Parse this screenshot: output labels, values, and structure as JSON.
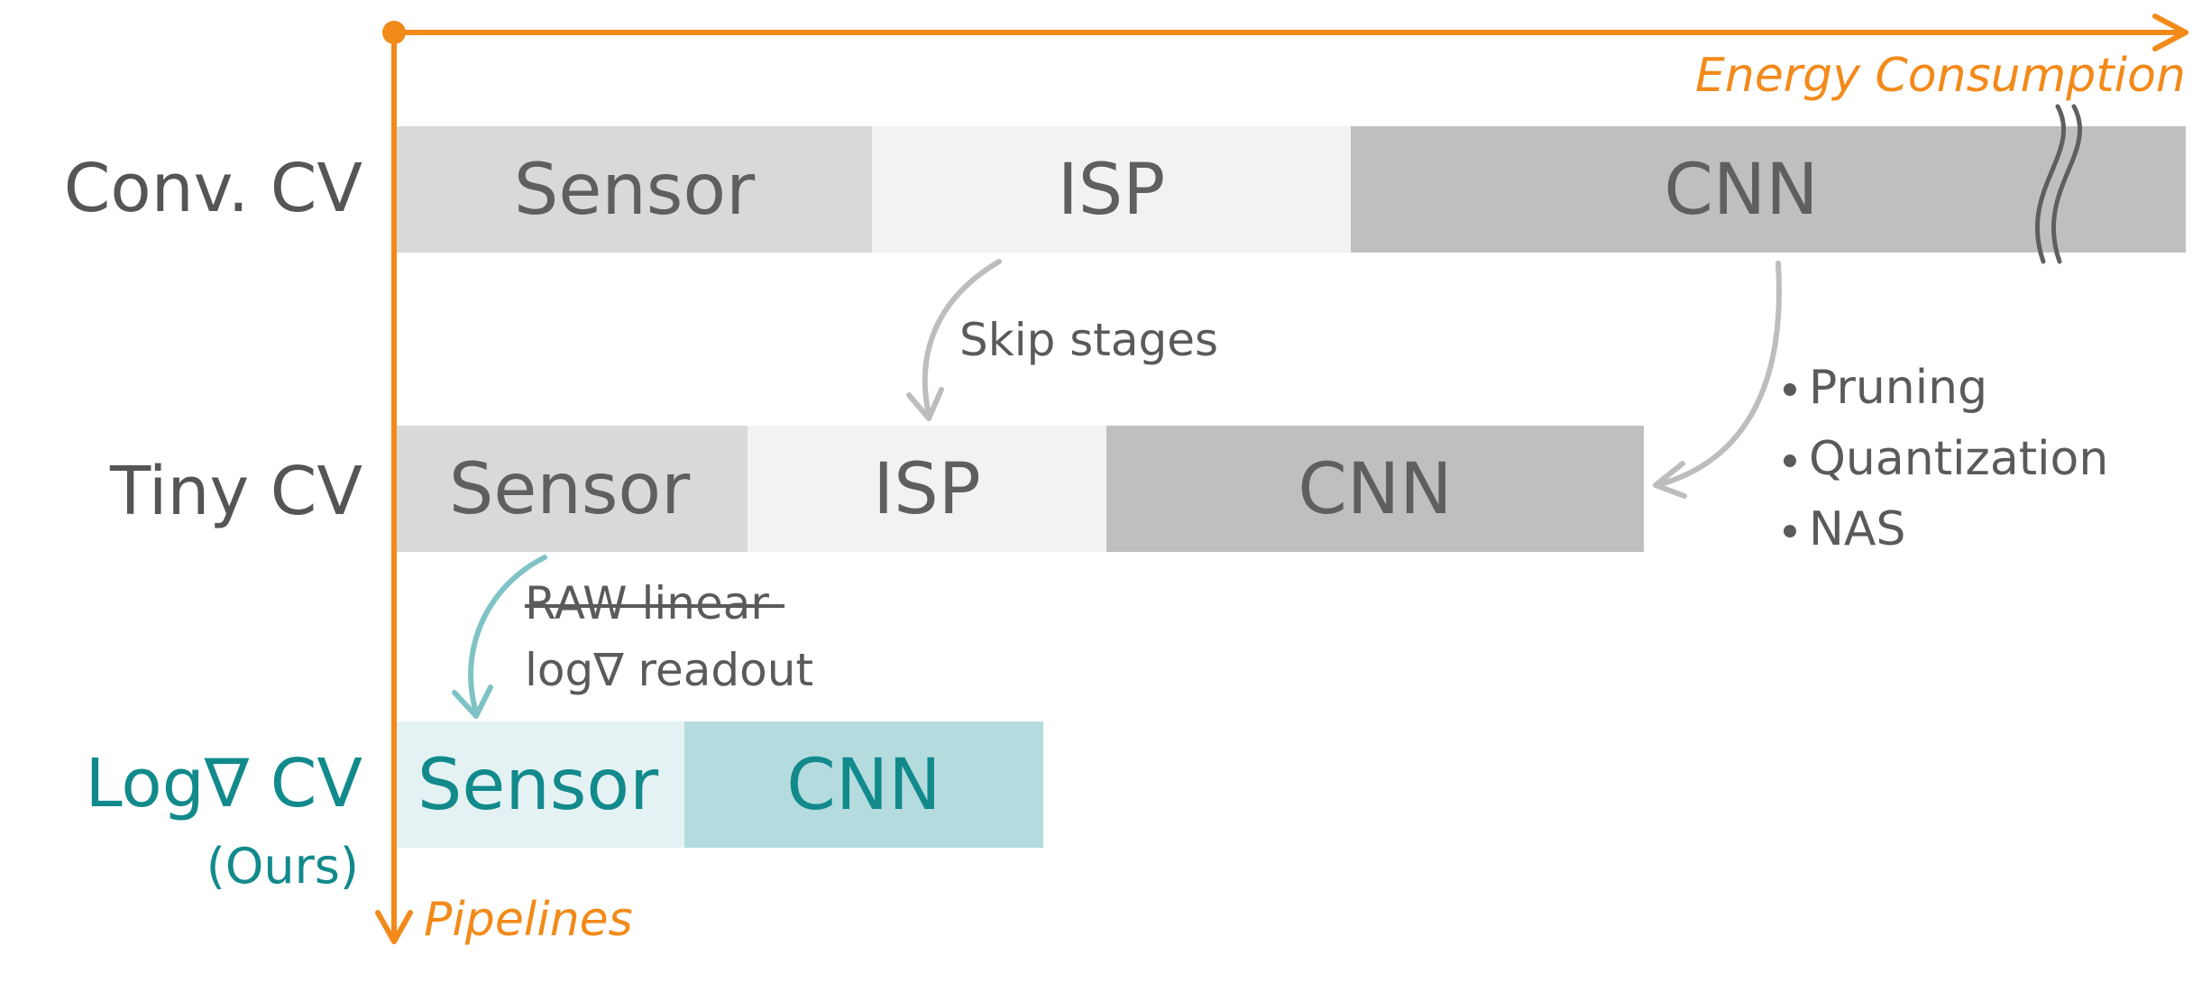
{
  "axes": {
    "x_label": "Energy Consumption",
    "y_label": "Pipelines"
  },
  "rows": [
    {
      "label": "Conv. CV",
      "segments": [
        {
          "label": "Sensor",
          "color": "#d9d9d9"
        },
        {
          "label": "ISP",
          "color": "#f2f2f2"
        },
        {
          "label": "CNN",
          "color": "#bfbfbf"
        }
      ]
    },
    {
      "label": "Tiny CV",
      "segments": [
        {
          "label": "Sensor",
          "color": "#d9d9d9"
        },
        {
          "label": "ISP",
          "color": "#f2f2f2"
        },
        {
          "label": "CNN",
          "color": "#bfbfbf"
        }
      ]
    },
    {
      "label": "Log∇ CV",
      "sublabel": "(Ours)",
      "segments": [
        {
          "label": "Sensor",
          "color": "#e4f2f3"
        },
        {
          "label": "CNN",
          "color": "#b4dcdf"
        }
      ]
    }
  ],
  "annotations": {
    "skip_stages": "Skip stages",
    "cnn_techniques": [
      "Pruning",
      "Quantization",
      "NAS"
    ],
    "raw_linear": "RAW linear",
    "log_readout": "log∇ readout"
  },
  "colors": {
    "axis": "#f28a1a",
    "text_gray": "#5f5f5f",
    "accent_teal": "#128a8c",
    "arrow_gray": "#bdbdbd",
    "arrow_teal": "#7fc3c6"
  }
}
